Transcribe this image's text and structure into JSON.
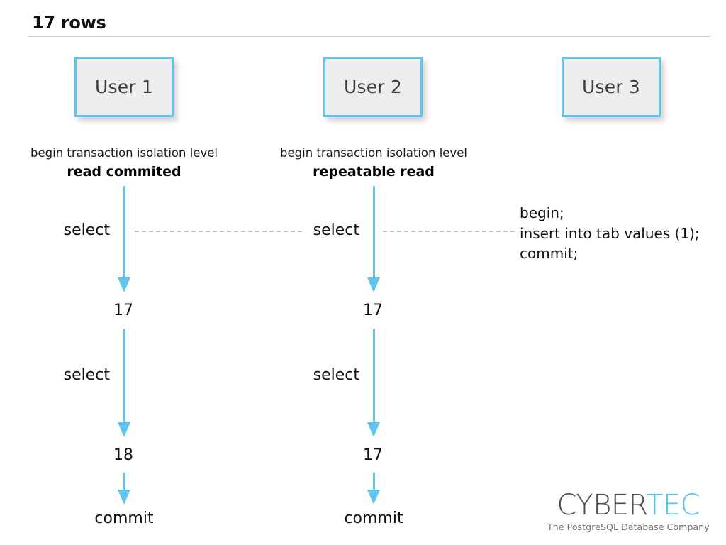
{
  "header": {
    "title": "17 rows"
  },
  "users": [
    {
      "label": "User 1"
    },
    {
      "label": "User 2"
    },
    {
      "label": "User 3"
    }
  ],
  "isolation": [
    {
      "lead": "begin transaction isolation level",
      "level": "read commited"
    },
    {
      "lead": "begin transaction isolation level",
      "level": "repeatable read"
    }
  ],
  "timeline": {
    "user1": {
      "select_1": "select",
      "value_1": "17",
      "select_2": "select",
      "value_2": "18",
      "commit": "commit"
    },
    "user2": {
      "select_1": "select",
      "value_1": "17",
      "select_2": "select",
      "value_2": "17",
      "commit": "commit"
    }
  },
  "user3_statements": {
    "line_1": "begin;",
    "line_2": "insert into tab values (1);",
    "line_3": "commit;"
  },
  "logo": {
    "word_primary": "CYBER",
    "word_accent": "TEC",
    "tagline": "The PostgreSQL Database Company"
  },
  "colors": {
    "accent": "#5ec5ef",
    "box_fill": "#ededed",
    "dashed": "#c2c2c2",
    "logo_dark": "#4d4d57"
  }
}
